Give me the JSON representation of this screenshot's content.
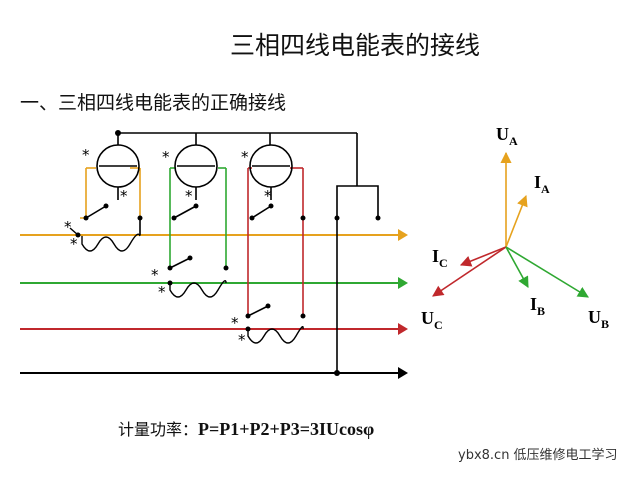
{
  "page": {
    "title": "三相四线电能表的接线",
    "subtitle": "一、三相四线电能表的正确接线",
    "formula_prefix": "计量功率：",
    "formula": "P=P1+P2+P3=3IUcosφ",
    "watermark": "ybx8.cn 低压维修电工学习"
  },
  "phasor": {
    "labels": {
      "UA": {
        "main": "U",
        "sub": "A"
      },
      "IA": {
        "main": "I",
        "sub": "A"
      },
      "IC": {
        "main": "I",
        "sub": "C"
      },
      "UC": {
        "main": "U",
        "sub": "C"
      },
      "IB": {
        "main": "I",
        "sub": "B"
      },
      "UB": {
        "main": "U",
        "sub": "B"
      }
    }
  },
  "wiring": {
    "star_mark": "*"
  },
  "colors": {
    "phase_a": "#e6a21e",
    "phase_b": "#2fa832",
    "phase_c": "#c0282c",
    "neutral": "#000000"
  }
}
